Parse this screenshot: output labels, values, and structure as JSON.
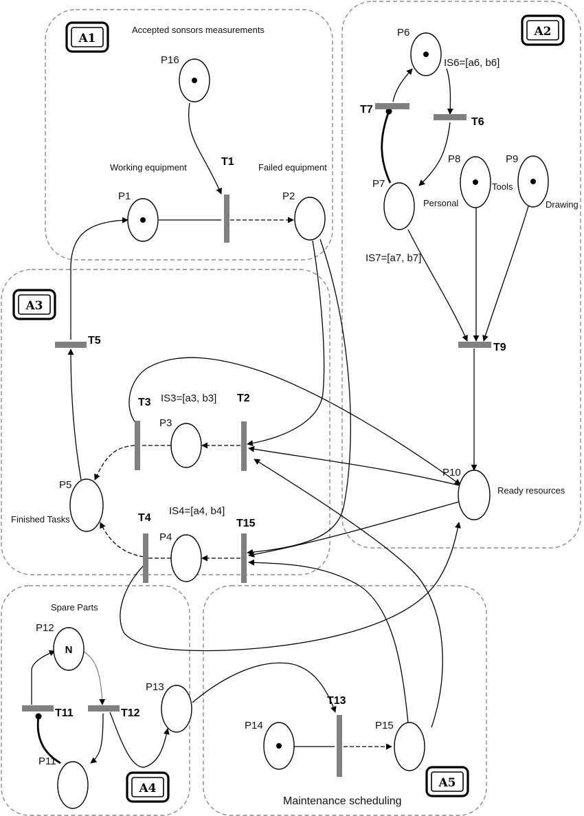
{
  "areas": {
    "a1": "A1",
    "a2": "A2",
    "a3": "A3",
    "a4": "A4",
    "a5": "A5"
  },
  "places": {
    "p1": "P1",
    "p2": "P2",
    "p3": "P3",
    "p4": "P4",
    "p5": "P5",
    "p6": "P6",
    "p7": "P7",
    "p8": "P8",
    "p9": "P9",
    "p10": "P10",
    "p11": "P11",
    "p12": "P12",
    "p13": "P13",
    "p14": "P14",
    "p15": "P15",
    "p16": "P16",
    "p12_marking": "N"
  },
  "transitions": {
    "t1": "T1",
    "t2": "T2",
    "t3": "T3",
    "t4": "T4",
    "t5": "T5",
    "t6": "T6",
    "t7": "T7",
    "t9": "T9",
    "t11": "T11",
    "t12": "T12",
    "t13": "T13",
    "t15": "T15"
  },
  "labels": {
    "accepted_sensors": "Accepted sonsors measurements",
    "working_equipment": "Working equipment",
    "failed_equipment": "Failed equipment",
    "personal": "Personal",
    "tools": "Tools",
    "drawing": "Drawing",
    "ready_resources": "Ready resources",
    "finished_tasks": "Finished Tasks",
    "spare_parts": "Spare Parts",
    "maintenance_scheduling": "Maintenance scheduling",
    "is3": "IS3=[a3, b3]",
    "is4": "IS4=[a4, b4]",
    "is6": "IS6=[a6, b6]",
    "is7": "IS7=[a7, b7]"
  }
}
